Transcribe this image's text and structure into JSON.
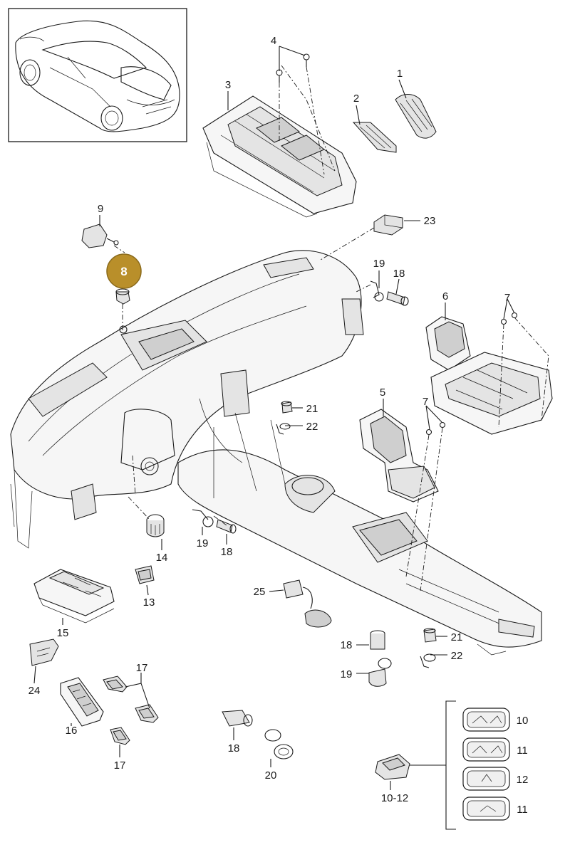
{
  "diagram": {
    "highlighted_part": "8",
    "colors": {
      "line": "#1a1a1a",
      "highlight_fill": "#b98f2a",
      "highlight_stroke": "#8a6a1c",
      "highlight_text": "#ffffff",
      "background": "#ffffff"
    },
    "labels": {
      "p1": "1",
      "p2": "2",
      "p3": "3",
      "p4": "4",
      "p5": "5",
      "p6": "6",
      "p7a": "7",
      "p7b": "7",
      "p8": "8",
      "p9": "9",
      "p10": "10",
      "p10_12": "10-12",
      "p11a": "11",
      "p11b": "11",
      "p12": "12",
      "p13": "13",
      "p14": "14",
      "p15": "15",
      "p16": "16",
      "p17a": "17",
      "p17b": "17",
      "p18a": "18",
      "p18b": "18",
      "p18c": "18",
      "p18d": "18",
      "p19a": "19",
      "p19b": "19",
      "p19c": "19",
      "p20": "20",
      "p21a": "21",
      "p21b": "21",
      "p22a": "22",
      "p22b": "22",
      "p23": "23",
      "p24": "24",
      "p25": "25"
    }
  }
}
